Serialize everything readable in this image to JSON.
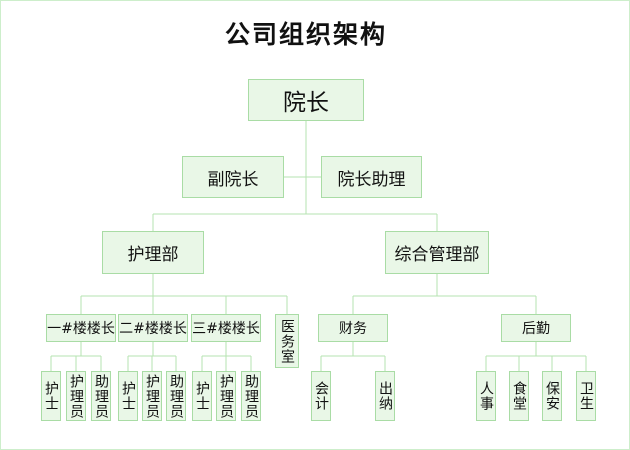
{
  "title": "公司组织架构",
  "colors": {
    "box_fill": "#e9f7e7",
    "box_border": "#a9dca5",
    "line": "#b5e3b1"
  },
  "org": {
    "director": "院长",
    "deputy_director": "副院长",
    "director_assistant": "院长助理",
    "nursing": {
      "label": "护理部",
      "floors": [
        {
          "label": "一#楼楼长",
          "staff": [
            "护士",
            "护理员",
            "助理员"
          ]
        },
        {
          "label": "二#楼楼长",
          "staff": [
            "护士",
            "护理员",
            "助理员"
          ]
        },
        {
          "label": "三#楼楼长",
          "staff": [
            "护士",
            "护理员",
            "助理员"
          ]
        }
      ],
      "clinic": "医务室"
    },
    "general": {
      "label": "综合管理部",
      "finance": {
        "label": "财务",
        "staff": [
          "会计",
          "出纳"
        ]
      },
      "logistics": {
        "label": "后勤",
        "staff": [
          "人事",
          "食堂",
          "保安",
          "卫生"
        ]
      }
    }
  }
}
